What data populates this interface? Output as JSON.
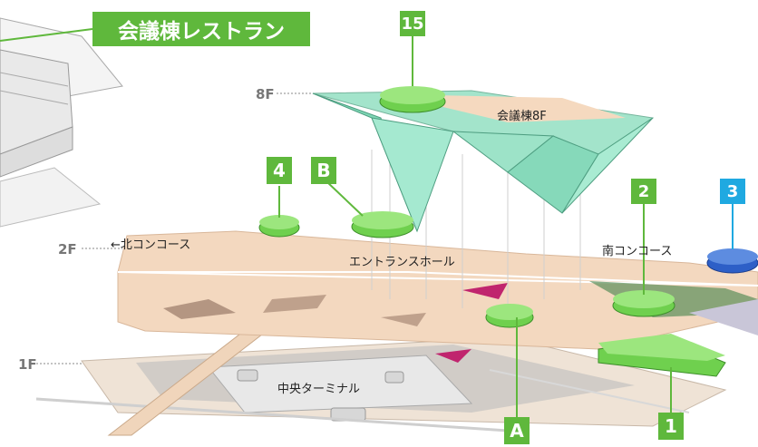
{
  "title": "会議棟レストラン",
  "floors": {
    "f8": "8F",
    "f2": "2F",
    "f1": "1F"
  },
  "areas": {
    "conference_8f": "会議棟8F",
    "north_concourse": "←北コンコース",
    "entrance_hall": "エントランスホール",
    "south_concourse": "南コンコース",
    "central_terminal": "中央ターミナル"
  },
  "markers": {
    "m15": "15",
    "m4": "4",
    "mB": "B",
    "m2": "2",
    "m3": "3",
    "mA": "A",
    "m1": "1"
  },
  "colors": {
    "marker_green": "#5fb83c",
    "marker_blue": "#1fa9e1",
    "floor_2f": "#f3d8bf",
    "glass": "#93e0c3",
    "restaurant": "#6fd04e"
  }
}
